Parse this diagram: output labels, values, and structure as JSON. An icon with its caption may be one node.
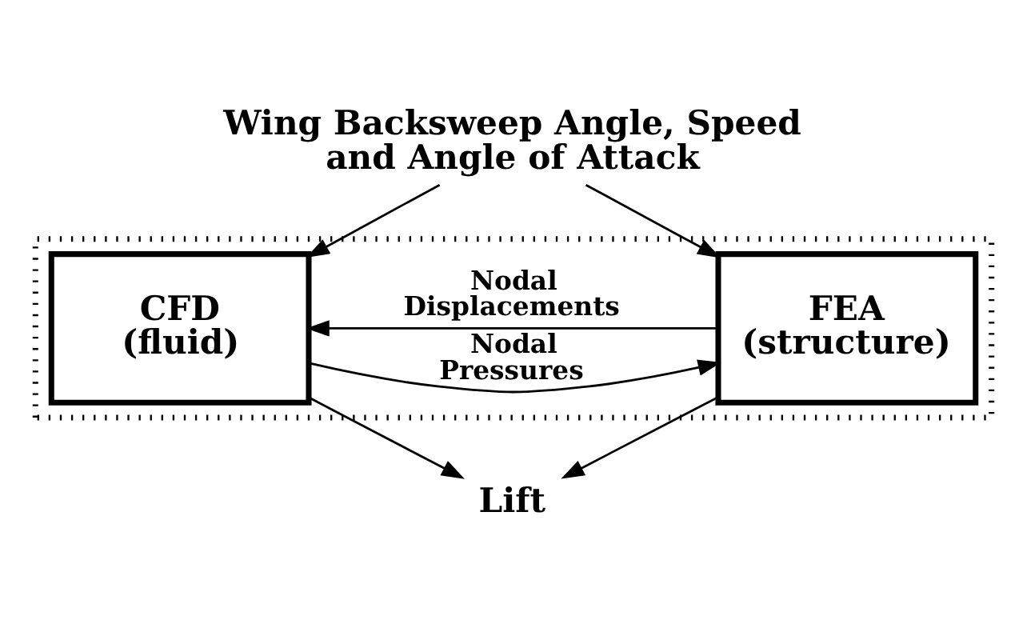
{
  "diagram": {
    "nodes": [
      {
        "text": [
          "Wing Backsweep Angle, Speed and Angle of Attack"
        ]
      },
      {
        "text": [],
        "shape": "box"
      },
      {
        "text": [
          "CFD (fluid)"
        ],
        "in": 1
      },
      {
        "text": [
          "FEA (structure)"
        ],
        "in": 1
      },
      {
        "text": [
          "Lift"
        ]
      }
    ],
    "edges": [
      {
        "from": 0,
        "to": 2,
        "arrow": "to"
      },
      {
        "from": 0,
        "to": 3,
        "arrow": "to"
      },
      {
        "from": 2,
        "to": 3,
        "arrow": "to",
        "label": "Nodal Pressures"
      },
      {
        "from": 3,
        "to": 2,
        "arrow": "to",
        "label": "Nodal Displacements"
      },
      {
        "from": 2,
        "to": 4,
        "arrow": "to"
      },
      {
        "from": 3,
        "to": 4,
        "arrow": "to"
      }
    ]
  }
}
